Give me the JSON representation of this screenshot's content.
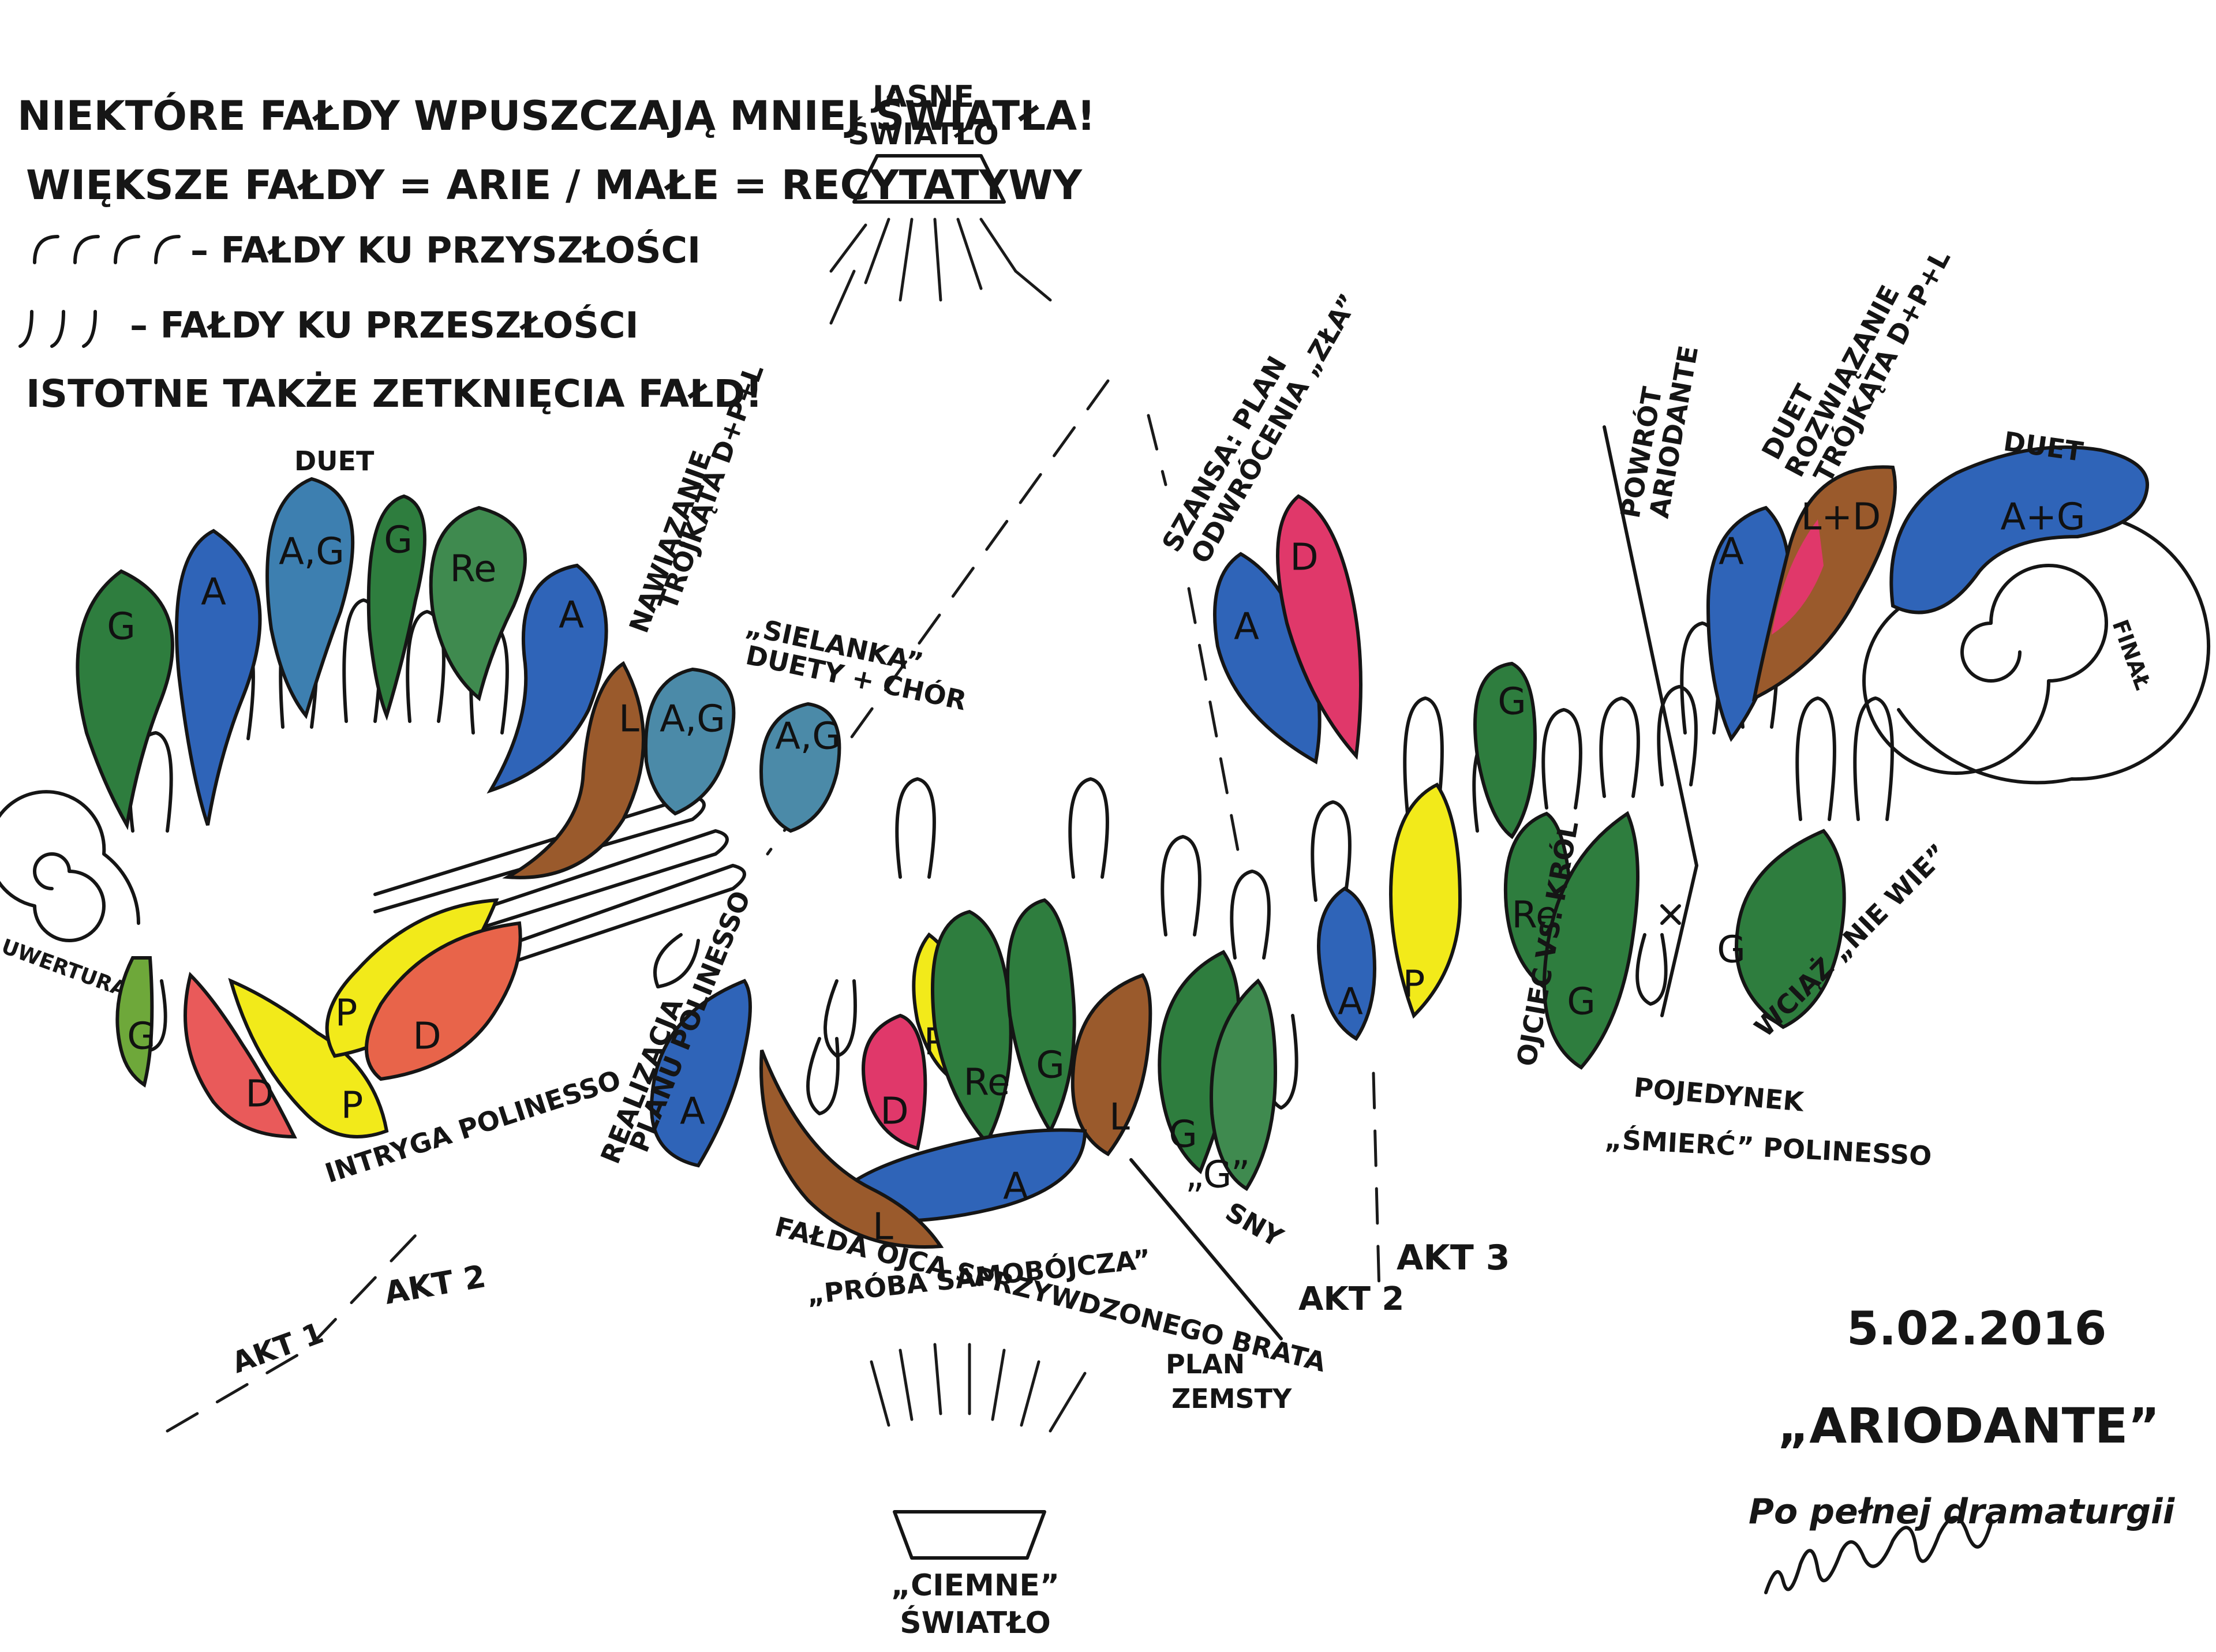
{
  "legend": {
    "line1": "NIEKTÓRE FAŁDY WPUSZCZAJĄ MNIEJ ŚWIATŁA!",
    "line2": "WIĘKSZE FAŁDY = ARIE / MAŁE = RECYTATYWY",
    "line3": "– FAŁDY KU PRZYSZŁOŚCI",
    "line4": "– FAŁDY KU PRZESZŁOŚCI",
    "line5": "ISTOTNE TAKŻE ZETKNIĘCIA FAŁD!"
  },
  "lights": {
    "bright": [
      "JASNE",
      "ŚWIATŁO"
    ],
    "dark": [
      "„CIEMNE”",
      "ŚWIATŁO"
    ]
  },
  "colors": {
    "blue": "#2f64b8",
    "green": "#2e7d3e",
    "yellow": "#f2ea1a",
    "pink": "#e0386a",
    "brown": "#9a5a2c",
    "ink": "#151515"
  },
  "labels": {
    "duet_top": "DUET",
    "uwertura": "UWERTURA",
    "intryga": "INTRYGA POLINESSO",
    "nawiazanie": [
      "NAWIĄZANIE",
      "TROJKĄTA D+P+L"
    ],
    "sielanka": [
      "„SIELANKA”",
      "DUETY + CHÓR"
    ],
    "realizacja": [
      "REALIZACJA",
      "PLANU POLINESSO"
    ],
    "falda_ojca": [
      "FAŁDA OJCA SPRZYWDZONEGO BRATA",
      "„PRÓBA SAMOBÓJCZA”"
    ],
    "sny": "SNY",
    "plan_zemsty": [
      "PLAN",
      "ZEMSTY"
    ],
    "szansa": [
      "SZANSA: PLAN",
      "ODWRÓCENIA „ZŁA”"
    ],
    "powrot": [
      "POWRÓT",
      "ARIODANTE"
    ],
    "duet_trojkat": [
      "DUET",
      "ROZWIĄZANIE",
      "TRÓJKĄTA D+P+L"
    ],
    "duet_final": "DUET",
    "final": "FINAŁ",
    "ojciec": "OJCIEC VS. KRÓL",
    "nie_wie": "WCIĄŻ „NIE WIE”",
    "pojedynek": [
      "POJEDYNEK",
      "„ŚMIERĆ” POLINESSO"
    ],
    "akt1": "AKT 1",
    "akt2a": "AKT 2",
    "akt2b": "AKT 2",
    "akt3": "AKT 3"
  },
  "folds": [
    {
      "letter": "G",
      "color": "green"
    },
    {
      "letter": "A",
      "color": "blue"
    },
    {
      "letter": "A,G",
      "color": "blue-green"
    },
    {
      "letter": "G",
      "color": "green"
    },
    {
      "letter": "Re",
      "color": "green"
    },
    {
      "letter": "A",
      "color": "blue"
    },
    {
      "letter": "L",
      "color": "brown"
    },
    {
      "letter": "A,G",
      "color": "blue-green"
    },
    {
      "letter": "A,G",
      "color": "blue-green"
    },
    {
      "letter": "G",
      "color": "green-yellow"
    },
    {
      "letter": "D",
      "color": "pink-yellow"
    },
    {
      "letter": "P",
      "color": "yellow"
    },
    {
      "letter": "P",
      "color": "yellow"
    },
    {
      "letter": "D",
      "color": "pink-yellow"
    },
    {
      "letter": "A",
      "color": "blue"
    },
    {
      "letter": "D",
      "color": "pink"
    },
    {
      "letter": "P",
      "color": "yellow"
    },
    {
      "letter": "Re",
      "color": "green"
    },
    {
      "letter": "G",
      "color": "green"
    },
    {
      "letter": "L",
      "color": "brown"
    },
    {
      "letter": "A",
      "color": "blue"
    },
    {
      "letter": "L",
      "color": "brown"
    },
    {
      "letter": "G",
      "color": "green"
    },
    {
      "letter": "„G”",
      "color": "green"
    },
    {
      "letter": "A",
      "color": "blue"
    },
    {
      "letter": "D",
      "color": "pink"
    },
    {
      "letter": "A",
      "color": "blue"
    },
    {
      "letter": "P",
      "color": "yellow"
    },
    {
      "letter": "G",
      "color": "green"
    },
    {
      "letter": "Re",
      "color": "green"
    },
    {
      "letter": "G",
      "color": "green"
    },
    {
      "letter": "A",
      "color": "blue"
    },
    {
      "letter": "L+D",
      "color": "brown-pink"
    },
    {
      "letter": "A+G",
      "color": "blue-green"
    },
    {
      "letter": "G",
      "color": "green"
    }
  ],
  "signature": {
    "date": "5.02.2016",
    "title": "„ARIODANTE”",
    "subtitle": "Po pełnej dramaturgii"
  }
}
